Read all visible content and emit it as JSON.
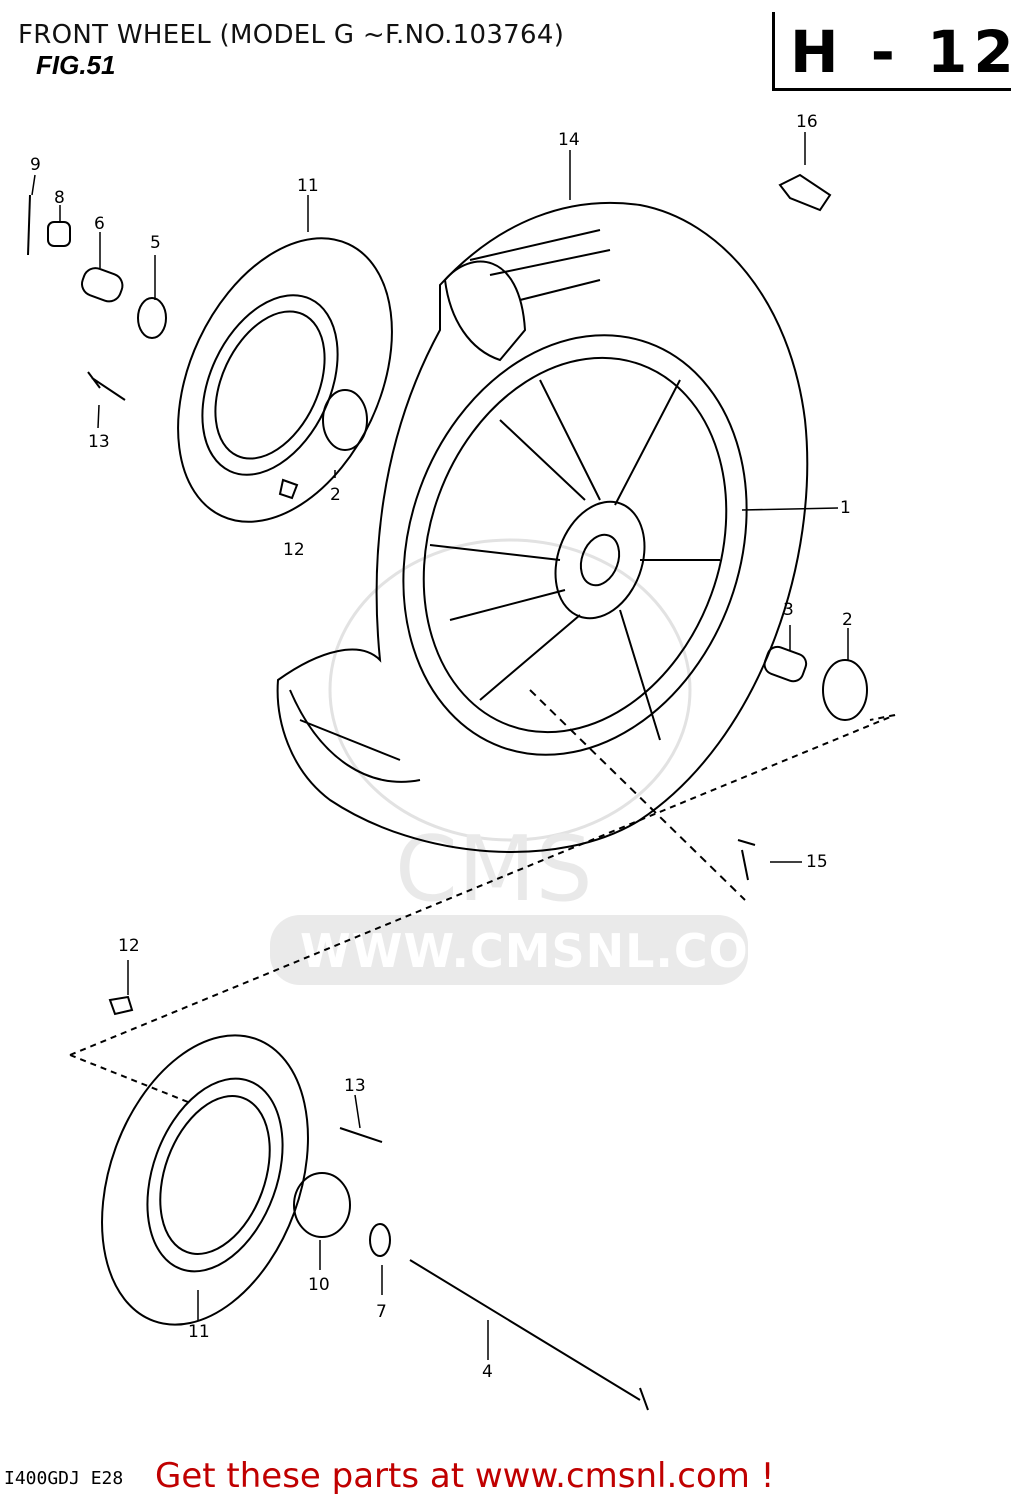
{
  "header": {
    "title": "FRONT WHEEL (MODEL G ~F.NO.103764)",
    "fig": "FIG.51",
    "code": "H - 12"
  },
  "watermark": {
    "text": "WWW.CMSNL.COM",
    "logo": "CMS"
  },
  "footer": {
    "cta": "Get these parts at www.cmsnl.com !",
    "model_code": "I400GDJ E28"
  },
  "callouts": [
    "1",
    "2",
    "2",
    "3",
    "4",
    "5",
    "6",
    "7",
    "8",
    "9",
    "10",
    "11",
    "11",
    "12",
    "12",
    "13",
    "13",
    "14",
    "15",
    "16"
  ]
}
